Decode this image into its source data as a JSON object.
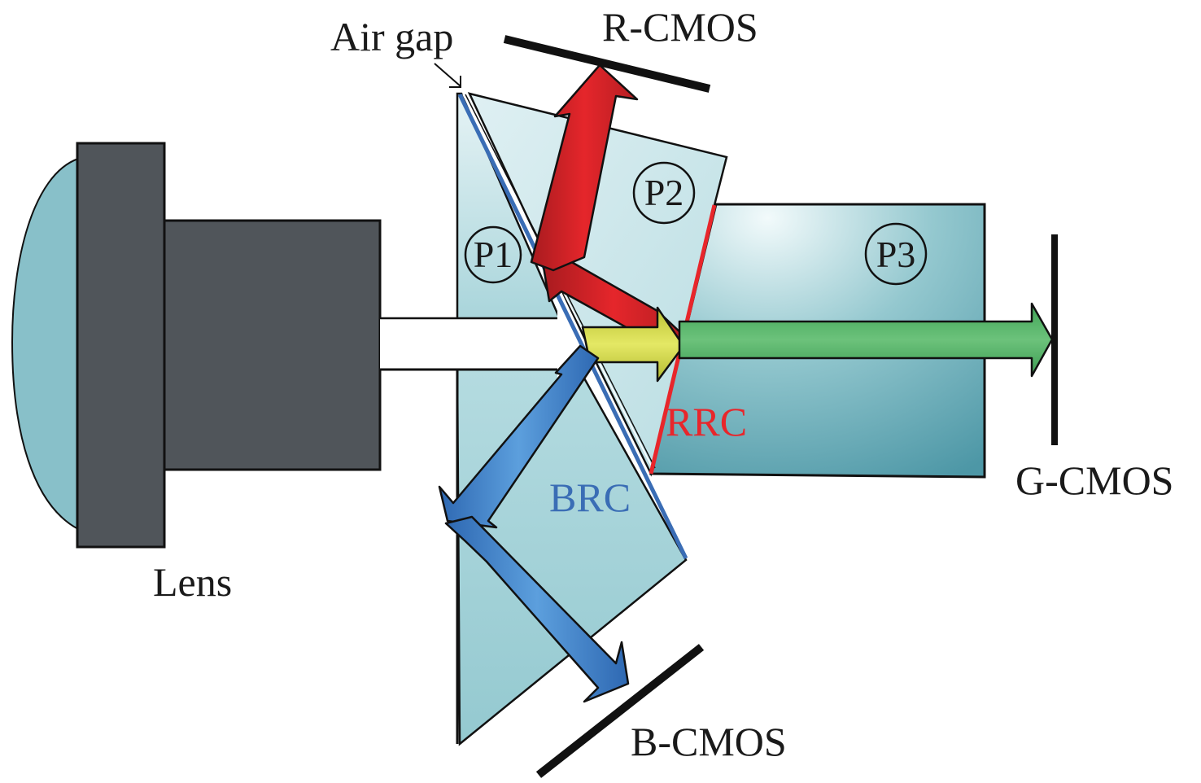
{
  "figure": {
    "description": "Three-channel prism beam splitter with lens and R/G/B CMOS sensors",
    "labels": {
      "lens": "Lens",
      "air_gap": "Air gap",
      "r_cmos": "R-CMOS",
      "g_cmos": "G-CMOS",
      "b_cmos": "B-CMOS",
      "rrc": "RRC",
      "brc": "BRC",
      "p1": "P1",
      "p2": "P2",
      "p3": "P3"
    },
    "colors": {
      "lens_glass": "#88c0c9",
      "lens_body": "#50555a",
      "prism_light": "#cfe8ec",
      "prism_mid": "#a8d4da",
      "prism_dark": "#5fa3b0",
      "red_beam": "#dd2227",
      "green_beam": "#4cb062",
      "blue_beam": "#3a7dc9",
      "yellow_beam": "#d4dd45",
      "rrc_coating": "#e8262b",
      "brc_coating": "#3a6db5",
      "brc_text": "#3a6db5",
      "rrc_text": "#e8262b",
      "sensor": "#111111"
    }
  }
}
